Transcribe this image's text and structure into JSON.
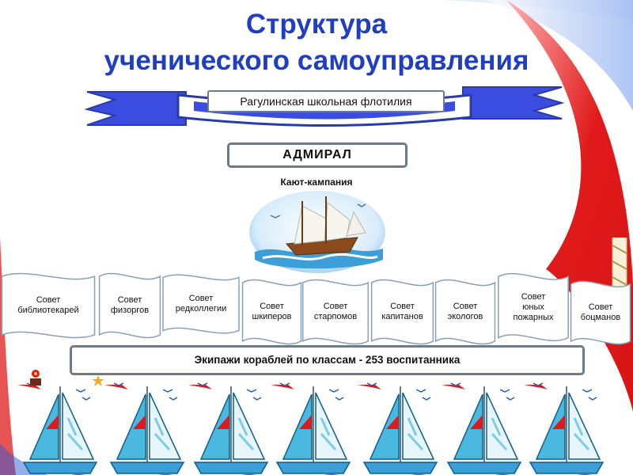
{
  "title": {
    "line1": "Структура",
    "line2": "ученического самоуправления"
  },
  "banner": {
    "label": "Рагулинская школьная флотилия"
  },
  "admiral": {
    "label": "АДМИРАЛ"
  },
  "cabin": {
    "label": "Кают-кампания"
  },
  "councils": [
    "Совет\nбиблиотекарей",
    "Совет\nфизоргов",
    "Совет\nредколлегии",
    "Совет\nшкиперов",
    "Совет\nстарпомов",
    "Совет\nкапитанов",
    "Совет\nэкологов",
    "Совет\nюных\nпожарных",
    "Совет\nбоцманов"
  ],
  "crews": {
    "label": "Экипажи кораблей по классам  - 253 воспитанника"
  },
  "colors": {
    "title": "#1f3fc0",
    "banner_fill": "#3a4de0",
    "accent_red": "#e01a1a",
    "sail_blue": "#4bb8e0",
    "sea": "#3c9fd8",
    "frame_gray": "#6d7b88"
  },
  "icons": {
    "ship": "sailing-ship-icon",
    "sailboat": "sailboat-icon"
  }
}
